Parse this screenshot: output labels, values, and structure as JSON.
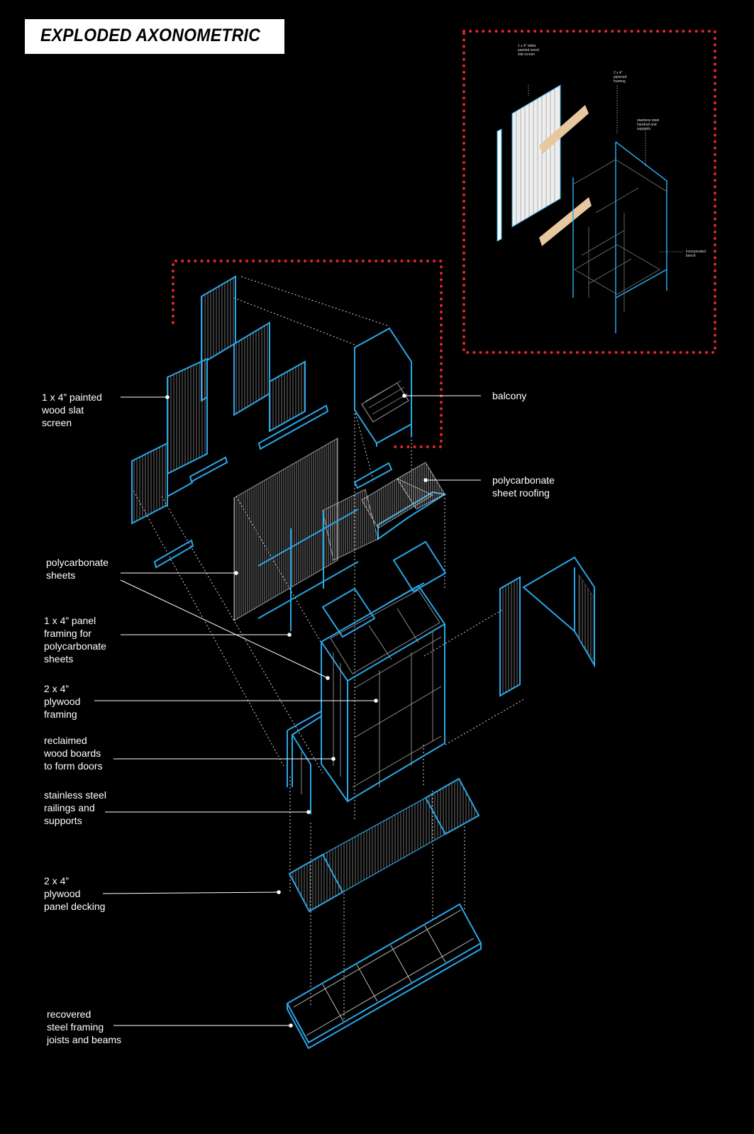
{
  "title": "EXPLODED AXONOMETRIC",
  "colors": {
    "background": "#000000",
    "frame_blue": "#2aa7e8",
    "callout_red": "#e0262b",
    "plywood": "#e6c7a0",
    "line_white": "#ffffff"
  },
  "labels": {
    "wood_slat_screen": [
      "1 x 4” painted",
      "wood slat",
      "screen"
    ],
    "balcony": [
      "balcony"
    ],
    "polycarbonate_roofing": [
      "polycarbonate",
      "sheet roofing"
    ],
    "polycarbonate_sheets": [
      "polycarbonate",
      "sheets"
    ],
    "panel_framing": [
      "1 x 4” panel",
      "framing for",
      "polycarbonate",
      "sheets"
    ],
    "plywood_framing": [
      "2 x 4”",
      "plywood",
      "framing"
    ],
    "reclaimed_boards": [
      "reclaimed",
      "wood boards",
      "to form doors"
    ],
    "steel_railings": [
      "stainless steel",
      "railings and",
      "supports"
    ],
    "panel_decking": [
      "2 x 4”",
      "plywood",
      "panel decking"
    ],
    "steel_framing": [
      "recovered",
      "steel framing",
      "joists and beams"
    ]
  },
  "detail_labels": {
    "slat_screen": [
      "1 x 4” white",
      "painted wood",
      "slat screen"
    ],
    "plywood_framing": [
      "2 x 4”",
      "plywood",
      "framing"
    ],
    "handrail": [
      "stainless steel",
      "handrail and",
      "supports"
    ],
    "bench": [
      "incorporated",
      "bench"
    ]
  }
}
